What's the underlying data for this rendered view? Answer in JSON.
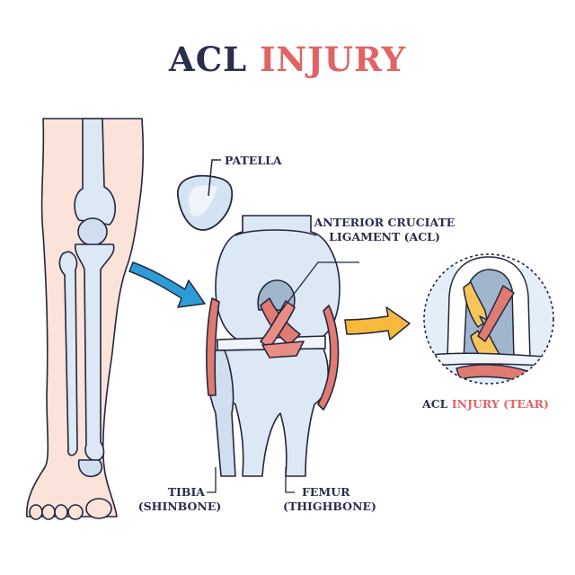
{
  "title": {
    "part1": "ACL",
    "part2": "INJURY"
  },
  "labels": {
    "patella": "PATELLA",
    "acl_line1": "ANTERIOR CRUCIATE",
    "acl_line2": "LIGAMENT (ACL)",
    "tibia_line1": "TIBIA",
    "tibia_line2": "(SHINBONE)",
    "femur_line1": "FEMUR",
    "femur_line2": "(THIGHBONE)",
    "injury_part1": "ACL",
    "injury_part2": "INJURY (TEAR)"
  },
  "colors": {
    "title_dark": "#2b2d4d",
    "title_red": "#e06464",
    "bone": "#dce8f4",
    "bone_shadow": "#b9cfe4",
    "skin": "#fbe3da",
    "ligament": "#e07b72",
    "torn_acl": "#f6c55a",
    "arrow_blue": "#2d9bd6",
    "arrow_yellow": "#f6b93b"
  },
  "illustration": {
    "panels": [
      "leg-skeleton",
      "knee-joint-closeup",
      "acl-tear-magnified"
    ],
    "arrows": [
      "blue-arrow-leg-to-knee",
      "yellow-arrow-knee-to-tear"
    ]
  }
}
